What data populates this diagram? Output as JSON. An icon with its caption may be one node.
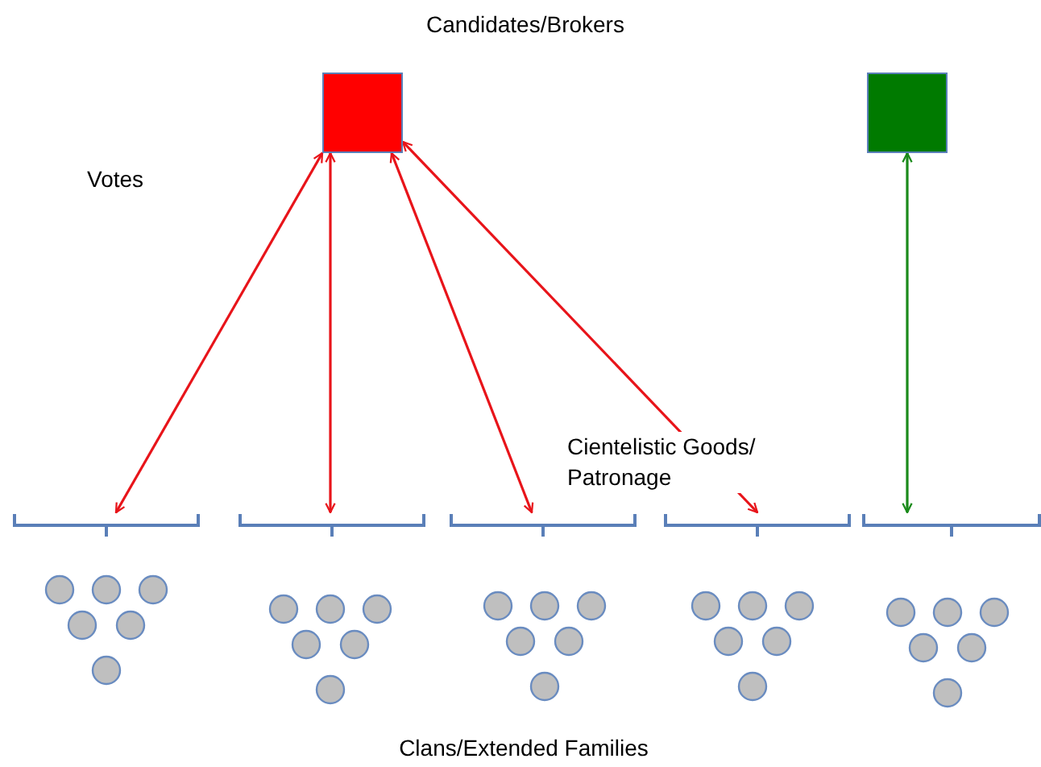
{
  "diagram": {
    "nodes": [
      {
        "text": [],
        "shape": "box"
      },
      {
        "text": [],
        "shape": "box"
      },
      {
        "text": [],
        "shape": "bracket"
      },
      {
        "text": [],
        "shape": "bracket"
      },
      {
        "text": [],
        "shape": "bracket"
      },
      {
        "text": [],
        "shape": "bracket"
      },
      {
        "text": [],
        "shape": "bracket"
      }
    ],
    "edges": [
      {
        "from": 0,
        "to": 2,
        "arrow": "both"
      },
      {
        "from": 0,
        "to": 3,
        "arrow": "both"
      },
      {
        "from": 0,
        "to": 4,
        "arrow": "both"
      },
      {
        "from": 0,
        "to": 5,
        "arrow": "both"
      },
      {
        "from": 1,
        "to": 6,
        "arrow": "both",
        "color": "#1a8a1a"
      }
    ],
    "labels": [
      "Candidates/Brokers",
      "Votes",
      "Cientelistic Goods/ Patronage",
      "Clans/Extended Families"
    ]
  }
}
